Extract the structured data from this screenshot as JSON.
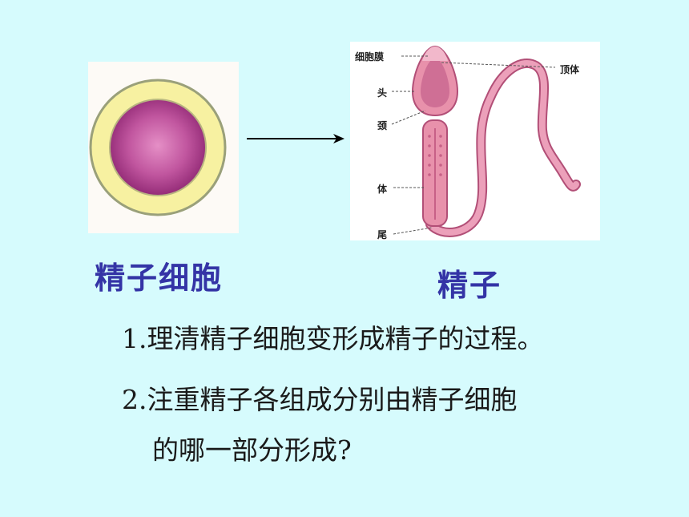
{
  "colors": {
    "background": "#d6fbfd",
    "title_blue": "#3434a6",
    "sperm_pink": "#e891ab",
    "cell_yellow": "#f7f1a1",
    "cell_magenta": "#a43283"
  },
  "diagram": {
    "left_image_label": "精子细胞",
    "right_image_label": "精子",
    "arrow": "right-arrow",
    "sperm_parts": {
      "membrane": "细胞膜",
      "acrosome": "顶体",
      "head": "头",
      "neck": "颈",
      "body": "体",
      "tail": "尾"
    }
  },
  "notes": {
    "line1": "1.理清精子细胞变形成精子的过程。",
    "line2": "2.注重精子各组成分别由精子细胞",
    "line3": "的哪一部分形成?"
  }
}
